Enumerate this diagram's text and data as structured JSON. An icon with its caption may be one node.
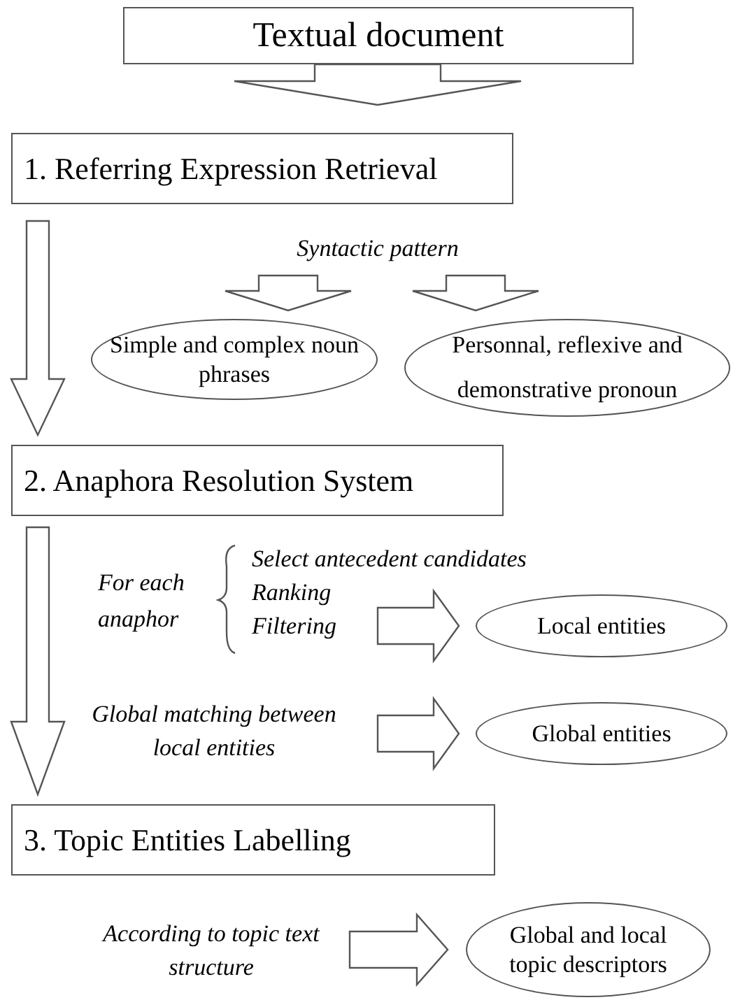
{
  "diagram": {
    "nodes": [
      {
        "text": [
          "Textual document"
        ]
      },
      {
        "text": [
          "1. Referring Expression Retrieval"
        ]
      },
      {
        "text": [
          "Syntactic pattern"
        ]
      },
      {
        "text": [
          "Simple and complex noun phrases"
        ]
      },
      {
        "text": [
          "Personnal, reflexive and demonstrative pronoun"
        ]
      },
      {
        "text": [
          "2. Anaphora Resolution System"
        ]
      },
      {
        "text": [
          "Select antecedent candidates",
          "Ranking",
          "Filtering"
        ]
      },
      {
        "text": [
          "Local entities"
        ]
      },
      {
        "text": [
          "Global matching between local entities"
        ]
      },
      {
        "text": [
          "Global entities"
        ]
      },
      {
        "text": [
          "3. Topic Entities Labelling"
        ]
      },
      {
        "text": [
          "According to topic text structure"
        ]
      },
      {
        "text": [
          "Global and local topic descriptors"
        ]
      }
    ],
    "edges": [
      {
        "from": 0,
        "to": 1,
        "arrow": "to"
      },
      {
        "from": 1,
        "to": 5,
        "arrow": "to"
      },
      {
        "from": 2,
        "to": 3,
        "arrow": "to"
      },
      {
        "from": 2,
        "to": 4,
        "arrow": "to"
      },
      {
        "from": 6,
        "to": 7,
        "arrow": "to"
      },
      {
        "from": 8,
        "to": 9,
        "arrow": "to"
      },
      {
        "from": 5,
        "to": 10,
        "arrow": "to"
      },
      {
        "from": 11,
        "to": 12,
        "arrow": "to"
      }
    ],
    "labels": [
      "For each anaphor"
    ]
  }
}
